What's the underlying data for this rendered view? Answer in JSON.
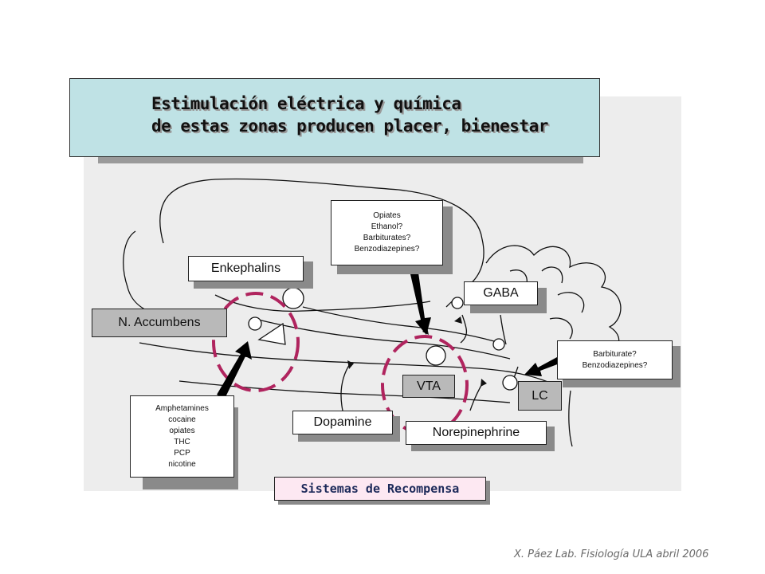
{
  "title": {
    "line1": "Estimulación eléctrica y química",
    "line2": "de estas zonas producen placer, bienestar"
  },
  "labels": {
    "enkephalins": "Enkephalins",
    "n_accumbens": "N. Accumbens",
    "gaba": "GABA",
    "vta": "VTA",
    "lc": "LC",
    "dopamine": "Dopamine",
    "norepinephrine": "Norepinephrine"
  },
  "drug_boxes": {
    "opiates_box": [
      "Opiates",
      "Ethanol?",
      "Barbiturates?",
      "Benzodiazepines?"
    ],
    "barbiturate_box": [
      "Barbiturate?",
      "Benzodiazepines?"
    ],
    "amphetamines_box": [
      "Amphetamines",
      "cocaine",
      "opiates",
      "THC",
      "PCP",
      "nicotine"
    ]
  },
  "caption": "Sistemas de Recompensa",
  "footer": "X. Páez  Lab. Fisiología ULA abril 2006",
  "colors": {
    "title_bg": "#bfe2e5",
    "panel_bg": "#ededed",
    "circle_dash": "#b0245e",
    "caption_bg": "#fde8f2"
  }
}
